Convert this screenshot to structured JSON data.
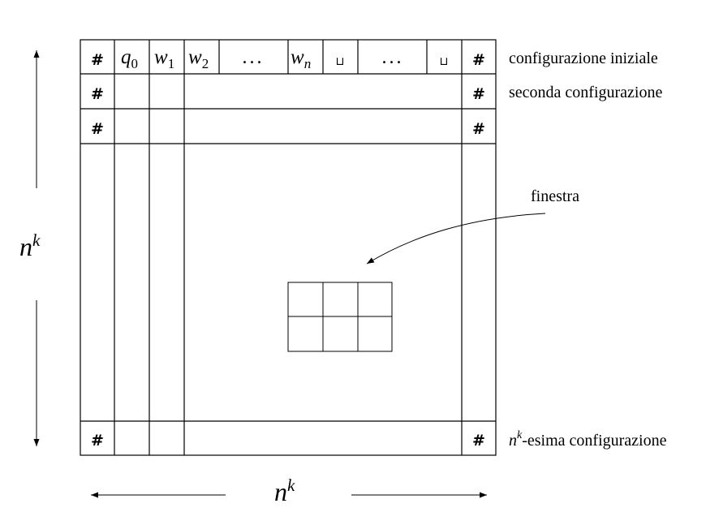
{
  "symbols": {
    "hash": "#",
    "q": "q",
    "q_sub": "0",
    "w": "w",
    "w1_sub": "1",
    "w2_sub": "2",
    "wn_sub": "n",
    "dots": "...",
    "blank": "⊔"
  },
  "labels": {
    "row1": "configurazione iniziale",
    "row2": "seconda configurazione",
    "last_n": "n",
    "last_k": "k",
    "last_rest": "-esima configurazione",
    "window": "finestra"
  },
  "dimensions": {
    "n": "n",
    "k": "k"
  }
}
